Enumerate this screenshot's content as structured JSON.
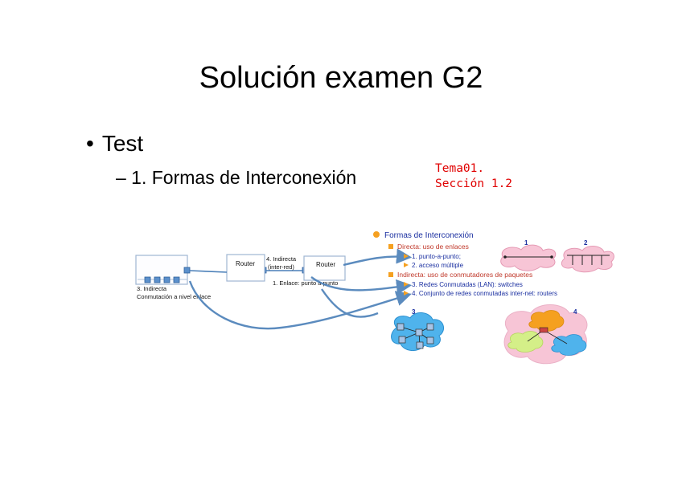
{
  "slide": {
    "title": "Solución examen G2",
    "bullet": "Test",
    "subbullet": "– 1. Formas de Interconexión",
    "note_line1": "Tema01.",
    "note_line2": "Sección 1.2"
  },
  "diagram": {
    "router_left": "Router",
    "router_right": "Router",
    "indirect_internet_line1": "4. Indirecta",
    "indirect_internet_line2": "(inter-red)",
    "link_point_to_point": "1. Enlace: punto a punto",
    "indirect_link_line1": "3. Indirecta",
    "indirect_link_line2": "Conmutación a  nivel enlace",
    "legend": {
      "heading": "Formas de Interconexión",
      "direct": "Directa: uso de enlaces",
      "item1": "1. punto-a-punto;",
      "item2": "2. acceso múltiple",
      "indirect": "Indirecta: uso de conmutadores de paquetes",
      "item3": "3. Redes Conmutadas (LAN): switches",
      "item4": "4. Conjunto de redes conmutadas inter-net: routers"
    },
    "cloud_labels": [
      "1",
      "2",
      "3",
      "4"
    ]
  },
  "colors": {
    "title_text": "#000000",
    "note_red": "#e00000",
    "connector_blue": "#4a7fb8",
    "legend_heading_bullet": "#f5a020",
    "legend_blue_text": "#1a2fa0",
    "cloud_pink": "#f7c5d6",
    "cloud_blue": "#4fb3ec",
    "cloud_green": "#d4ef88"
  }
}
